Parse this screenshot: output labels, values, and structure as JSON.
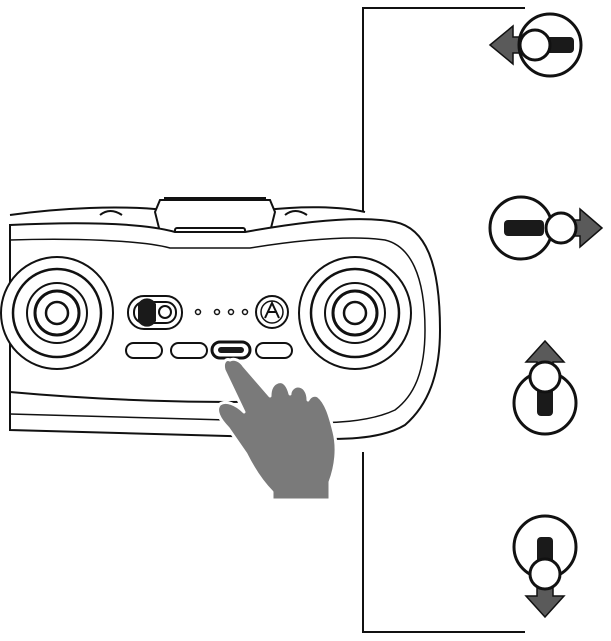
{
  "colors": {
    "outline": "#111111",
    "controller_fill": "#ffffff",
    "arrow_fill": "#5a5a5a",
    "hand_fill": "#7a7a7a",
    "stick_dark": "#1a1a1a"
  },
  "diagram": {
    "highlighted_button": "function-button",
    "stick_movements": [
      {
        "id": "left",
        "direction": "left",
        "arrow": "arrow-left-icon"
      },
      {
        "id": "right",
        "direction": "right",
        "arrow": "arrow-right-icon"
      },
      {
        "id": "up",
        "direction": "up",
        "arrow": "arrow-up-icon"
      },
      {
        "id": "down",
        "direction": "down",
        "arrow": "arrow-down-icon"
      }
    ]
  }
}
